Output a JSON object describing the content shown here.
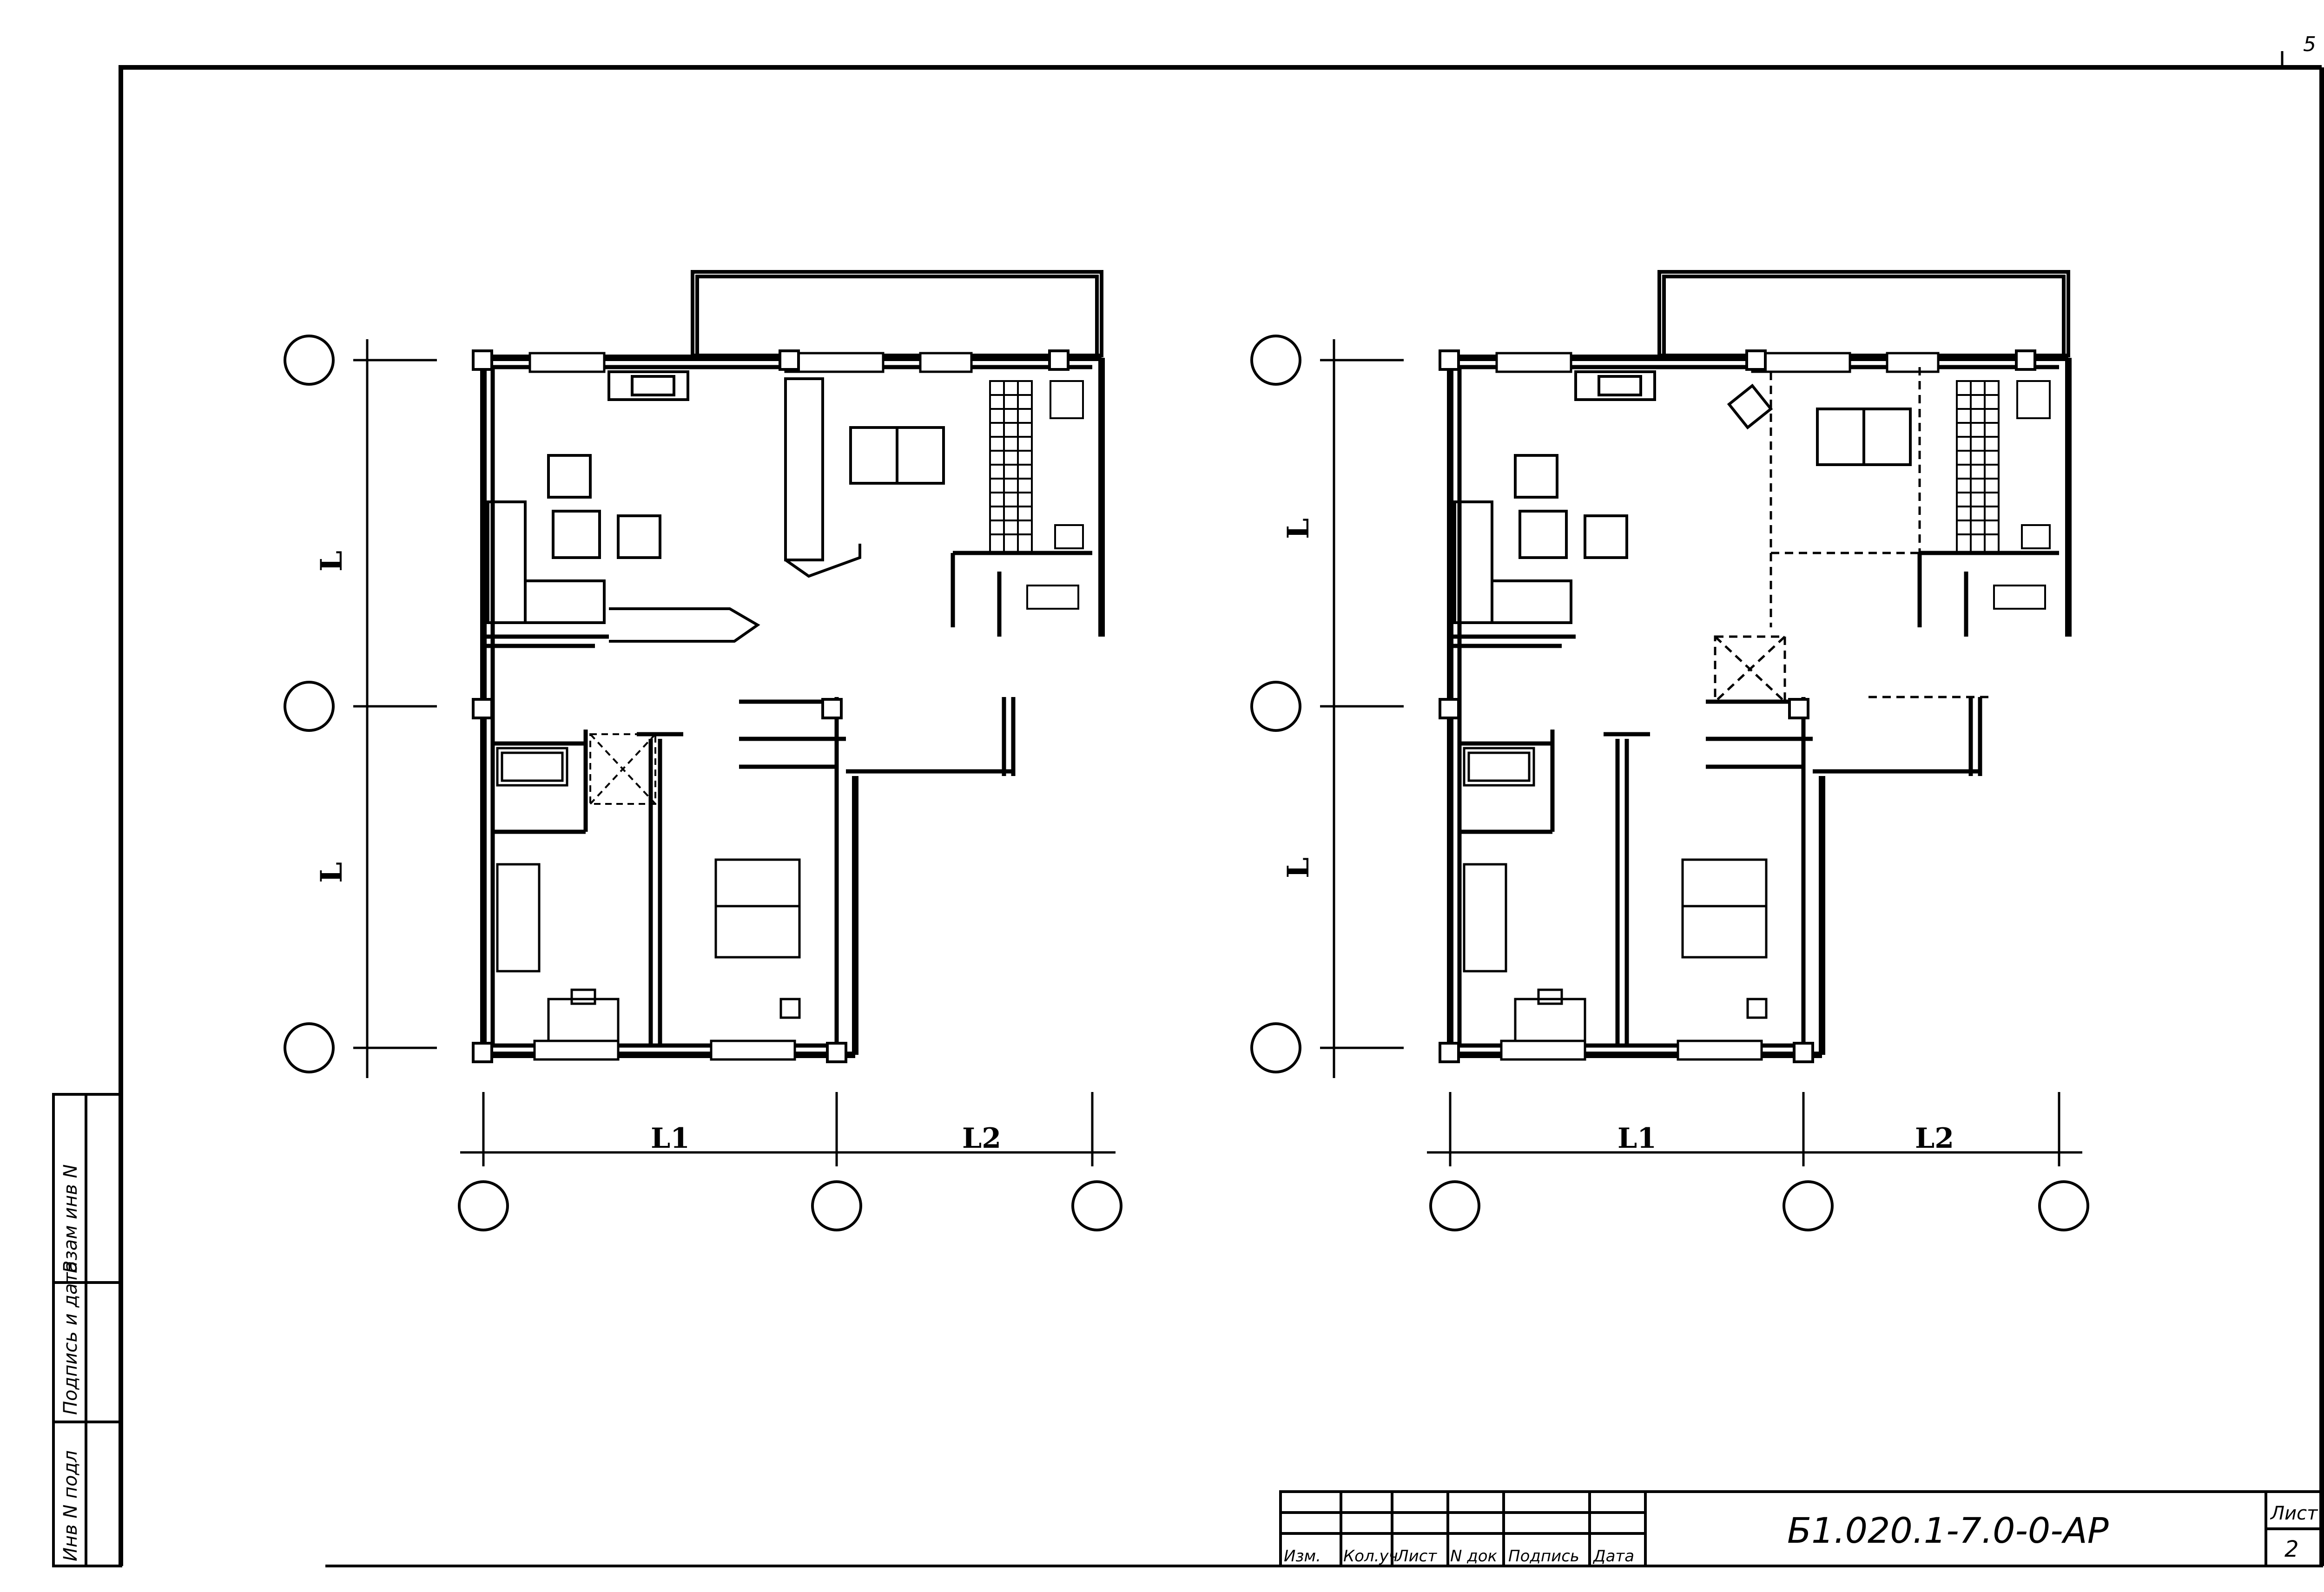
{
  "plans": [
    {
      "id": "left",
      "dims": {
        "v1": "L",
        "v2": "L",
        "h1": "L1",
        "h2": "L2"
      }
    },
    {
      "id": "right",
      "dims": {
        "v1": "L",
        "v2": "L",
        "h1": "L1",
        "h2": "L2"
      }
    }
  ],
  "side_stamp": {
    "col1": "Инв N подл",
    "col2": "Подпись и дата",
    "col3": "Взам инв N"
  },
  "title_block": {
    "document_code": "Б1.020.1-7.0-0-АР",
    "headers": [
      "Изм.",
      "Кол.уч",
      "Лист",
      "N док",
      "Подпись",
      "Дата"
    ],
    "sheet_label": "Лист",
    "sheet_number": "2"
  },
  "corner_mark": "5"
}
